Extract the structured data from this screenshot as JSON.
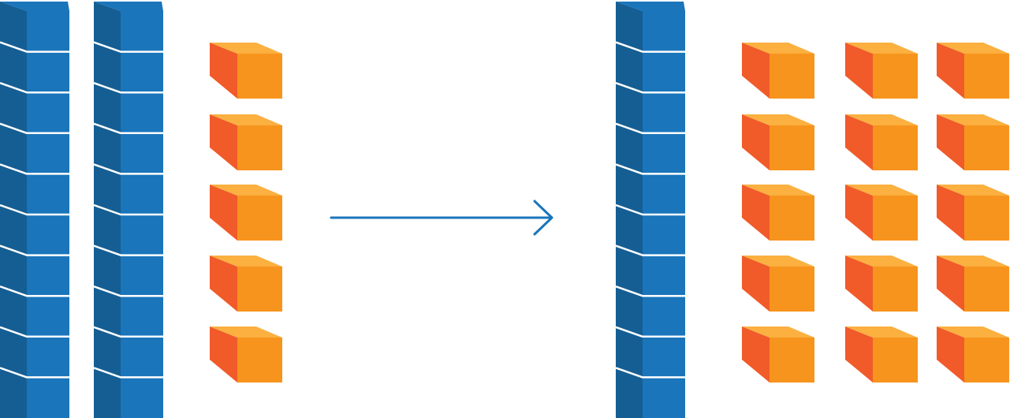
{
  "colors": {
    "background": "#ffffff",
    "ten_rod_front": "#1a75bb",
    "ten_rod_side": "#155e93",
    "ten_rod_top": "#1a75bb",
    "ten_rod_separator": "#ffffff",
    "unit_cube_front": "#f7941d",
    "unit_cube_side": "#f15a29",
    "unit_cube_top": "#fbb040",
    "arrow": "#1a75bb"
  },
  "before": {
    "ten_rods": 2,
    "unit_cubes": 5
  },
  "after": {
    "ten_rods": 1,
    "unit_cubes": 15
  },
  "units_per_rod": 10,
  "arrow_icon": "right-arrow-icon"
}
